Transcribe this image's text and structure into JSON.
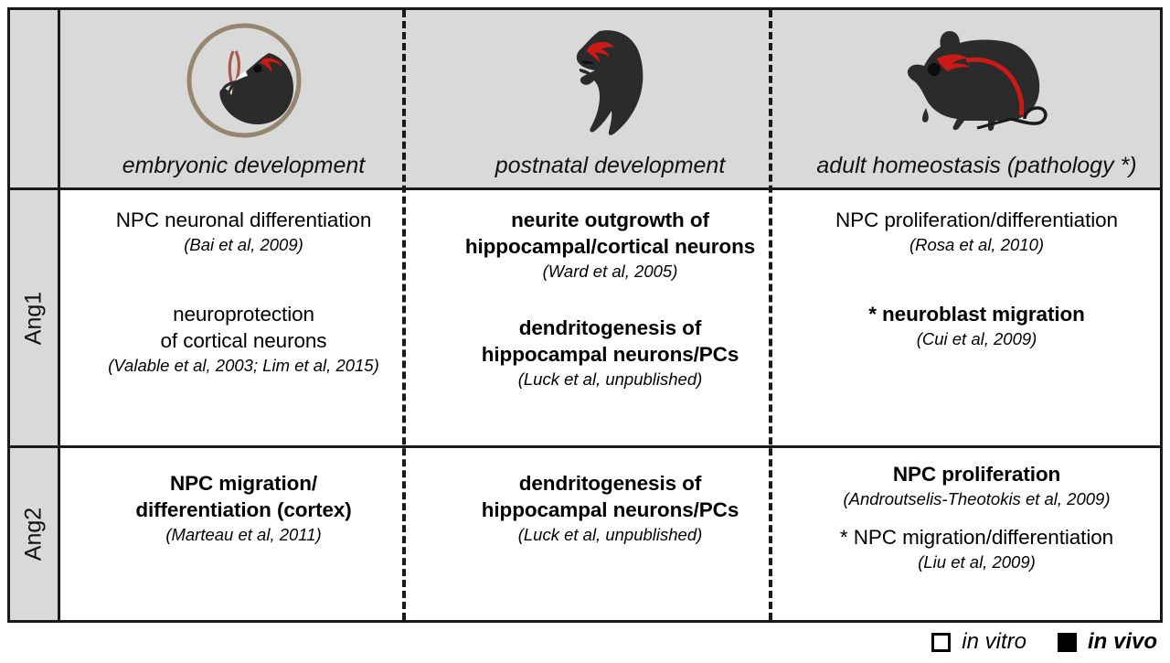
{
  "columns": [
    {
      "id": "embryonic",
      "label": "embryonic development",
      "icon": "embryo-in-circle-icon"
    },
    {
      "id": "postnatal",
      "label": "postnatal development",
      "icon": "mouse-pup-icon"
    },
    {
      "id": "adult",
      "label": "adult homeostasis (pathology *)",
      "icon": "adult-mouse-icon"
    }
  ],
  "rows": [
    {
      "id": "ang1",
      "label": "Ang1",
      "cells": [
        {
          "column": "embryonic",
          "entries": [
            {
              "title": "NPC neuronal differentiation",
              "citation": "(Bai et al, 2009)",
              "context": "in vitro"
            },
            {
              "title": "neuroprotection\nof cortical neurons",
              "title_line1": "neuroprotection",
              "title_line2": "of cortical neurons",
              "citation": "(Valable et al, 2003; Lim et al, 2015)",
              "context": "in vitro"
            }
          ]
        },
        {
          "column": "postnatal",
          "entries": [
            {
              "title_line1": "neurite outgrowth of",
              "title_line2": "hippocampal/cortical neurons",
              "citation": "(Ward et al, 2005)",
              "context": "in vivo"
            },
            {
              "title_line1": "dendritogenesis of",
              "title_line2": "hippocampal neurons/PCs",
              "citation": "(Luck et al, unpublished)",
              "context": "in vivo"
            }
          ]
        },
        {
          "column": "adult",
          "entries": [
            {
              "title_line1": "NPC proliferation/differentiation",
              "title_line2": "",
              "citation": "(Rosa et al, 2010)",
              "context": "in vitro"
            },
            {
              "title_line1": "* neuroblast migration",
              "title_line2": "",
              "citation": "(Cui et al, 2009)",
              "context": "in vivo"
            }
          ]
        }
      ]
    },
    {
      "id": "ang2",
      "label": "Ang2",
      "cells": [
        {
          "column": "embryonic",
          "entries": [
            {
              "title_line1": "NPC migration/",
              "title_line2": "differentiation (cortex)",
              "citation": "(Marteau et al, 2011)",
              "context": "in vivo"
            }
          ]
        },
        {
          "column": "postnatal",
          "entries": [
            {
              "title_line1": "dendritogenesis of",
              "title_line2": "hippocampal neurons/PCs",
              "citation": "(Luck et al, unpublished)",
              "context": "in vivo"
            }
          ]
        },
        {
          "column": "adult",
          "entries": [
            {
              "title_line1": "NPC proliferation",
              "title_line2": "",
              "citation": "(Androutselis-Theotokis et al, 2009)",
              "context": "in vivo"
            },
            {
              "title_line1": "* NPC migration/differentiation",
              "title_line2": "",
              "citation": "(Liu et al, 2009)",
              "context": "in vitro"
            }
          ]
        }
      ]
    }
  ],
  "legend": {
    "items": [
      {
        "swatch": "hollow-square",
        "label": "in vitro",
        "style": "italic"
      },
      {
        "swatch": "filled-square",
        "label": "in vivo",
        "style": "bold-italic"
      }
    ]
  },
  "colors": {
    "header_background": "#d9d9d9",
    "border": "#1a1a1a",
    "animal_body": "#2b2b2b",
    "brain_red": "#cc1a17",
    "embryo_circle": "#97866f",
    "umbilical_cord": "#a85a4a",
    "cell_background": "#ffffff"
  }
}
